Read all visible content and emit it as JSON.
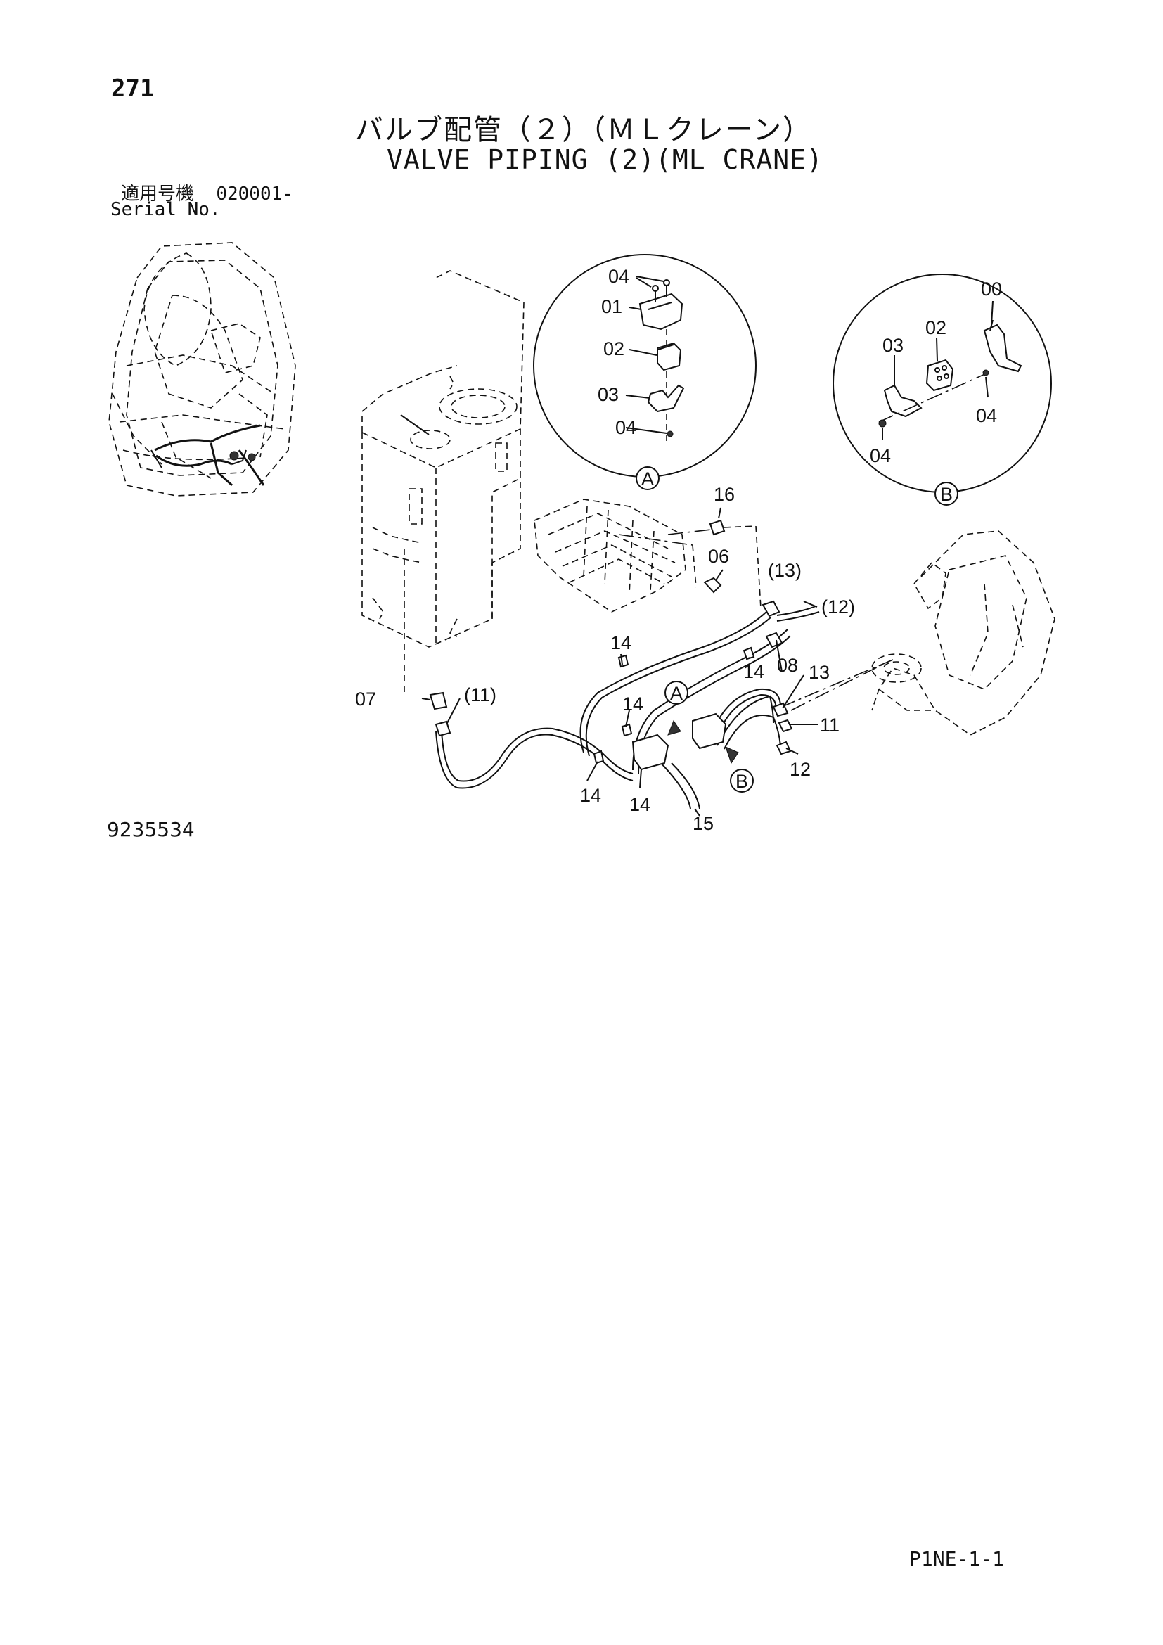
{
  "header": {
    "page_number": "271",
    "title_jp": "バルブ配管（２）（ＭＬクレーン）",
    "title_en": "VALVE PIPING (2)(ML CRANE)",
    "serial_label_jp": "適用号機",
    "serial_value": "020001-",
    "serial_label_en": "Serial No."
  },
  "footer": {
    "drawing_number": "9235534",
    "sheet_code": "P1NE-1-1"
  },
  "detail_a": {
    "marker": "A",
    "callouts": [
      "04",
      "01",
      "02",
      "03",
      "04"
    ]
  },
  "detail_b": {
    "marker": "B",
    "callouts": [
      "00",
      "02",
      "03",
      "04",
      "04"
    ]
  },
  "main": {
    "callouts": {
      "c16": "16",
      "c06": "06",
      "c13p": "(13)",
      "c12p": "(12)",
      "c14a": "14",
      "c14b": "14",
      "c08": "08",
      "c13": "13",
      "c07": "07",
      "c11p": "(11)",
      "c14c": "14",
      "c11": "11",
      "c12": "12",
      "c14d": "14",
      "c14e": "14",
      "c15": "15"
    },
    "markers": {
      "a": "A",
      "b": "B"
    }
  }
}
